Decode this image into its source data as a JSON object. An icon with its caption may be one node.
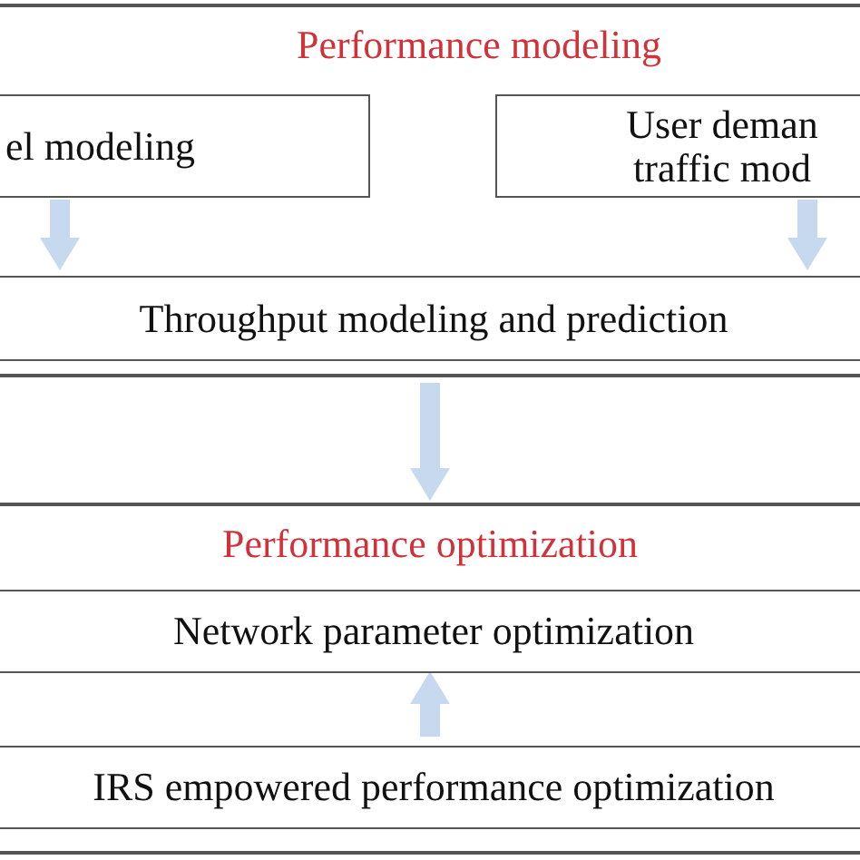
{
  "diagram": {
    "nodes": [
      {
        "text": [
          "Performance modeling"
        ]
      },
      {
        "text": [
          "el modeling"
        ],
        "in": 0
      },
      {
        "text": [
          "User deman traffic mod"
        ],
        "in": 0
      },
      {
        "text": [
          "Throughput modeling and prediction"
        ],
        "in": 0
      },
      {
        "text": [
          "Performance optimization"
        ]
      },
      {
        "text": [
          "Network parameter optimization"
        ],
        "in": 4
      },
      {
        "text": [
          "IRS empowered performance optimization"
        ],
        "in": 4
      }
    ],
    "edges": [
      {
        "from": 1,
        "to": 3,
        "arrow": "to"
      },
      {
        "from": 2,
        "to": 3,
        "arrow": "to"
      },
      {
        "from": 0,
        "to": 4,
        "arrow": "to"
      },
      {
        "from": 6,
        "to": 5,
        "arrow": "to"
      }
    ]
  }
}
